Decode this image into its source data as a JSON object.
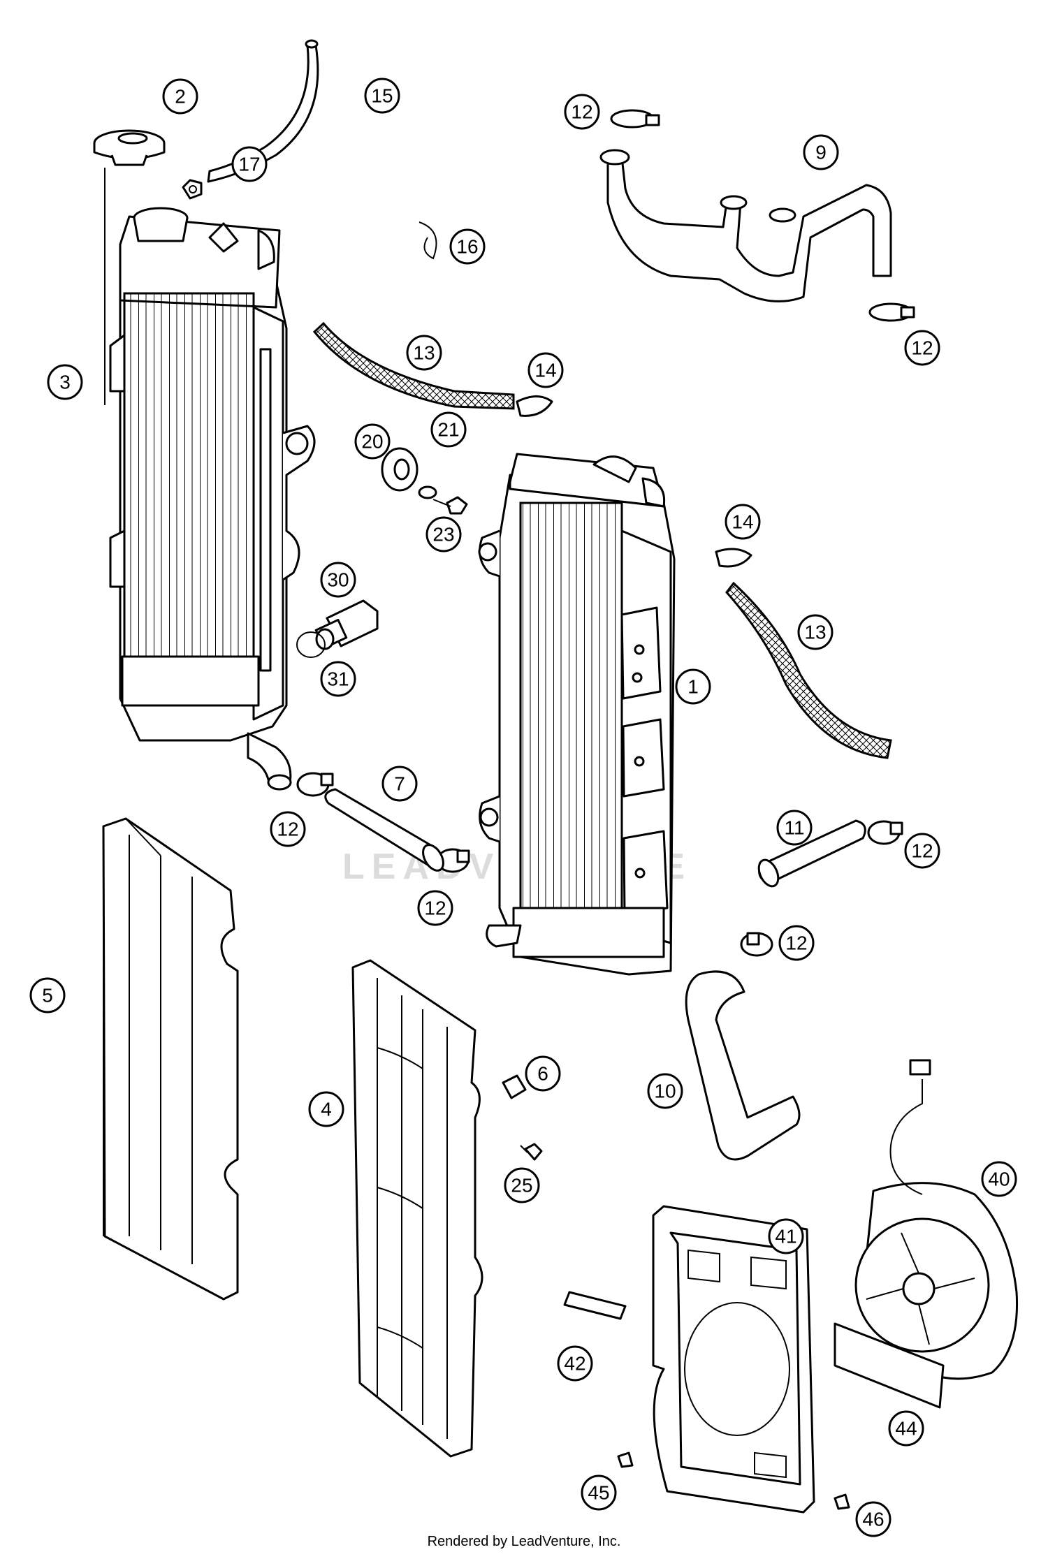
{
  "watermark": "LEADVENTURE",
  "credit": "Rendered by LeadVenture, Inc.",
  "callouts": [
    "1",
    "2",
    "3",
    "4",
    "5",
    "6",
    "7",
    "9",
    "10",
    "11",
    "12",
    "13",
    "14",
    "15",
    "16",
    "17",
    "20",
    "21",
    "23",
    "25",
    "30",
    "31",
    "40",
    "41",
    "42",
    "44",
    "45",
    "46"
  ]
}
